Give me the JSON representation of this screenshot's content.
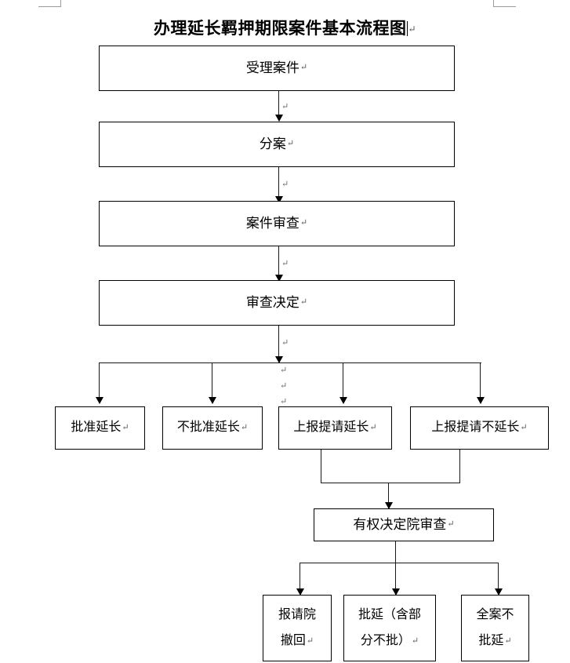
{
  "document": {
    "title": "办理延长羁押期限案件基本流程图",
    "pilcrow": "↵",
    "page_marks": {
      "top_left": "corner-guide",
      "top_right": "corner-guide"
    }
  },
  "flowchart": {
    "type": "process-flow-diagram",
    "orientation": "top-to-bottom",
    "nodes": [
      {
        "id": "n1",
        "label": "受理案件",
        "pilcrow": "↵",
        "level": 1
      },
      {
        "id": "n2",
        "label": "分案",
        "pilcrow": "↵",
        "level": 2
      },
      {
        "id": "n3",
        "label": "案件审查",
        "pilcrow": "↵",
        "level": 3
      },
      {
        "id": "n4",
        "label": "审查决定",
        "pilcrow": "↵",
        "level": 4
      },
      {
        "id": "n5",
        "label": "批准延长",
        "pilcrow": "↵",
        "level": 5
      },
      {
        "id": "n6",
        "label": "不批准延长",
        "pilcrow": "↵",
        "level": 5
      },
      {
        "id": "n7",
        "label": "上报提请延长",
        "pilcrow": "↵",
        "level": 5
      },
      {
        "id": "n8",
        "label": "上报提请不延长",
        "pilcrow": "↵",
        "level": 5
      },
      {
        "id": "n9",
        "label": "有权决定院审查",
        "pilcrow": "↵",
        "level": 6
      },
      {
        "id": "n10",
        "line1": "报请院",
        "line2": "撤回",
        "pilcrow": "↵",
        "level": 7
      },
      {
        "id": "n11",
        "line1": "批延（含部",
        "line2": "分不批）",
        "pilcrow": "↵",
        "level": 7
      },
      {
        "id": "n12",
        "line1": "全案不",
        "line2": "批延",
        "pilcrow": "↵",
        "level": 7
      }
    ],
    "edges": [
      {
        "from": "n1",
        "to": "n2"
      },
      {
        "from": "n2",
        "to": "n3"
      },
      {
        "from": "n3",
        "to": "n4"
      },
      {
        "from": "n4",
        "to": "n5"
      },
      {
        "from": "n4",
        "to": "n6"
      },
      {
        "from": "n4",
        "to": "n7"
      },
      {
        "from": "n4",
        "to": "n8"
      },
      {
        "from": "n7",
        "to": "n9"
      },
      {
        "from": "n8",
        "to": "n9"
      },
      {
        "from": "n9",
        "to": "n10"
      },
      {
        "from": "n9",
        "to": "n11"
      },
      {
        "from": "n9",
        "to": "n12"
      }
    ],
    "stray_marks": [
      "↵",
      "↵",
      "↵",
      "↵",
      "↵",
      "↵",
      "↵"
    ],
    "colors": {
      "line": "#000000",
      "box_border": "#000000",
      "box_fill": "#ffffff",
      "text": "#000000",
      "pilcrow": "#5a5a5a",
      "page_guide": "#9a9a9a"
    }
  }
}
